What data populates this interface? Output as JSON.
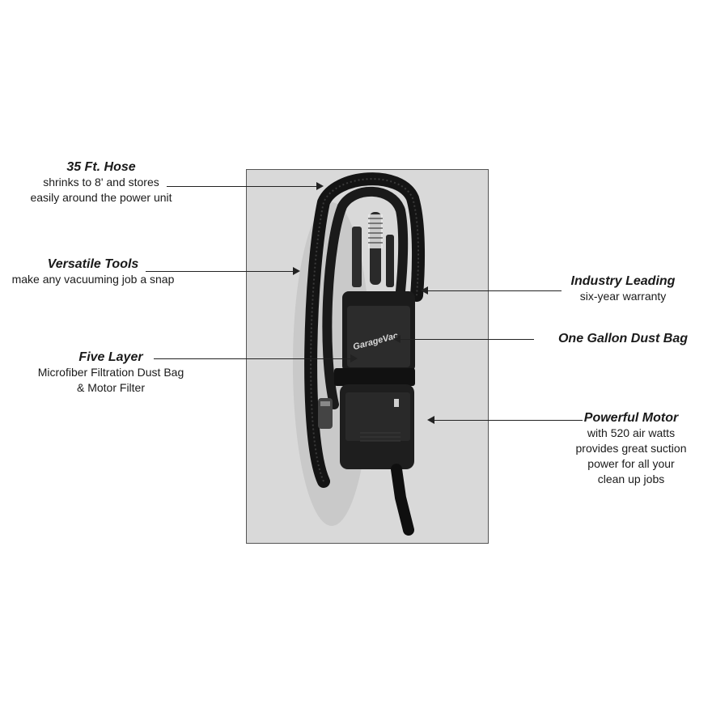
{
  "callouts": {
    "hose": {
      "head": "35 Ft. Hose",
      "line1": "shrinks to 8' and stores",
      "line2": "easily around the power unit"
    },
    "tools": {
      "head": "Versatile Tools",
      "line1": "make any vacuuming job a snap"
    },
    "filter": {
      "head": "Five Layer",
      "line1": "Microfiber Filtration Dust Bag",
      "line2": "& Motor Filter"
    },
    "warranty": {
      "head": "Industry Leading",
      "line1": "six-year warranty"
    },
    "dustbag": {
      "head": "One Gallon Dust Bag"
    },
    "motor": {
      "head": "Powerful Motor",
      "line1": "with 520 air watts",
      "line2": "provides great suction",
      "line3": "power for all your",
      "line4": "clean up jobs"
    }
  },
  "product": {
    "logo_text": "GarageVac"
  },
  "colors": {
    "unit": "#1b1b1b",
    "background": "#d9d9d9",
    "line": "#222222"
  }
}
